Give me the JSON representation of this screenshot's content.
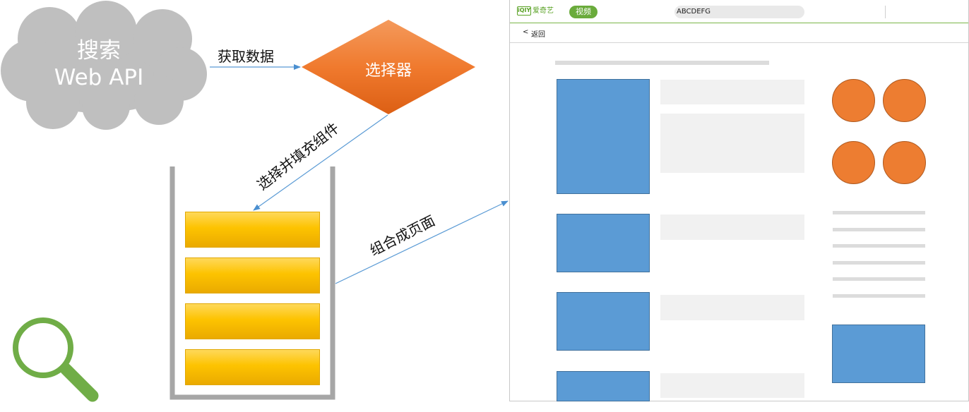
{
  "cloud": {
    "title": "搜索",
    "subtitle": "Web API"
  },
  "selector": {
    "label": "选择器"
  },
  "edges": {
    "fetch_data": "获取数据",
    "select_fill": "选择并填充组件",
    "compose_page": "组合成页面"
  },
  "mockup": {
    "logo_badge": "iQIY",
    "logo_text": "爱奇艺",
    "video_button": "视频",
    "search_value": "ABCDEFG",
    "back_arrow": "<",
    "back_label": "返回"
  },
  "colors": {
    "cloud": "#bfbfbf",
    "diamond": "#f07a2e",
    "connector": "#5b9bd5",
    "component": "#fdc300",
    "placeholder_blue": "#5b9bd5",
    "placeholder_orange": "#ed7d31",
    "magnifier": "#70ad47",
    "brand_green": "#6aab3b"
  },
  "icons": {
    "magnifier": "magnifier-icon",
    "cloud": "cloud-shape"
  }
}
